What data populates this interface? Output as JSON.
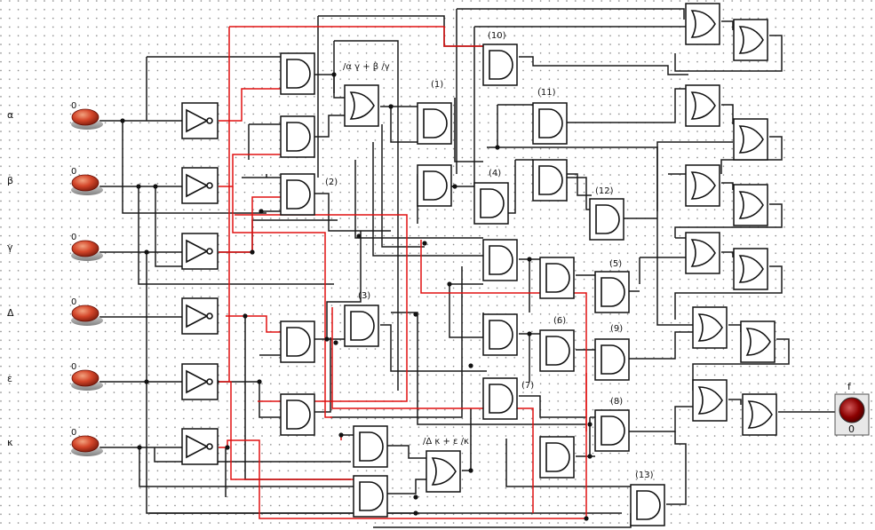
{
  "colors": {
    "red_wire": "#e01010",
    "wire": "#1a1a1a",
    "button": "#c0392b",
    "lamp": "#8b0000"
  },
  "inputs": [
    {
      "label": "α",
      "state": "0"
    },
    {
      "label": "β",
      "state": "0"
    },
    {
      "label": "γ",
      "state": "0"
    },
    {
      "label": "Δ",
      "state": "0"
    },
    {
      "label": "ε",
      "state": "0"
    },
    {
      "label": "κ",
      "state": "0"
    }
  ],
  "output": {
    "label": "f",
    "state": "0"
  },
  "gate_labels": {
    "g10": "(10)",
    "g1": "(1)",
    "g11": "(11)",
    "g2": "(2)",
    "g4": "(4)",
    "g12": "(12)",
    "g5": "(5)",
    "g3": "(3)",
    "g6": "(6)",
    "g9": "(9)",
    "g7": "(7)",
    "g8": "(8)",
    "g13": "(13)"
  },
  "expressions": {
    "or_top": "/α γ + β /γ",
    "or_bottom": "/Δ κ + ε /κ"
  },
  "icons": {
    "input_button": "push-button-icon",
    "not_gate": "not-gate-icon",
    "and_gate": "and-gate-icon",
    "or_gate": "or-gate-icon",
    "output_lamp": "lamp-icon"
  }
}
